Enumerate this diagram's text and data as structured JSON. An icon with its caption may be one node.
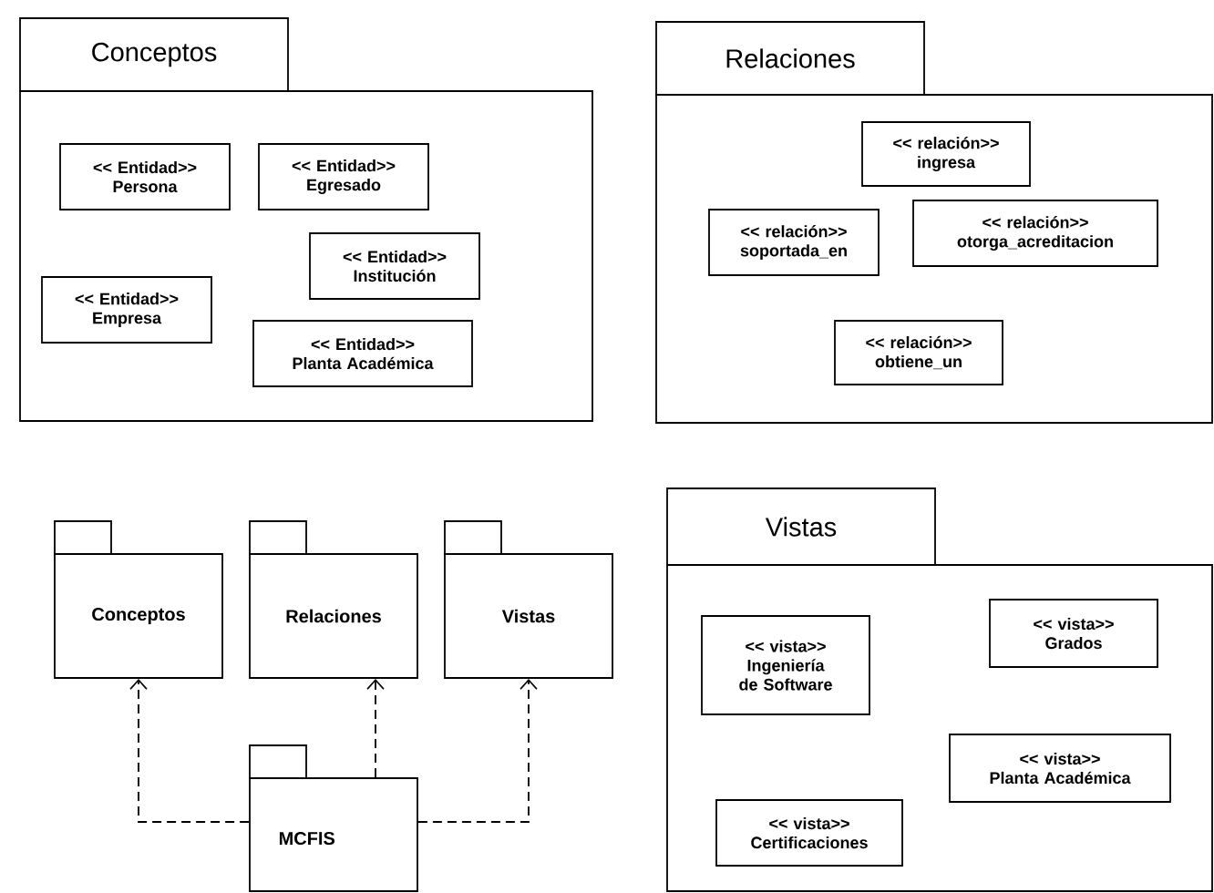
{
  "diagram": {
    "nodes": [
      {
        "text": [
          "Conceptos"
        ]
      },
      {
        "text": [
          "<< Entidad>>",
          "Persona"
        ],
        "in": 0
      },
      {
        "text": [
          "<< Entidad>>",
          "Egresado"
        ],
        "in": 0
      },
      {
        "text": [
          "<< Entidad>>",
          "Institución"
        ],
        "in": 0
      },
      {
        "text": [
          "<< Entidad>>",
          "Empresa"
        ],
        "in": 0
      },
      {
        "text": [
          "<< Entidad>>",
          "Planta Académica"
        ],
        "in": 0
      },
      {
        "text": [
          "Relaciones"
        ]
      },
      {
        "text": [
          "<< relación>>",
          "ingresa"
        ],
        "in": 6
      },
      {
        "text": [
          "<< relación>>",
          "soportada_en"
        ],
        "in": 6
      },
      {
        "text": [
          "<< relación>>",
          "otorga_acreditacion"
        ],
        "in": 6
      },
      {
        "text": [
          "<< relación>>",
          "obtiene_un"
        ],
        "in": 6
      },
      {
        "text": [
          "Vistas"
        ]
      },
      {
        "text": [
          "<< vista>>",
          "Ingeniería de Software"
        ],
        "in": 11
      },
      {
        "text": [
          "<< vista>>",
          "Grados"
        ],
        "in": 11
      },
      {
        "text": [
          "<< vista>>",
          "Planta Académica"
        ],
        "in": 11
      },
      {
        "text": [
          "<< vista>>",
          "Certificaciones"
        ],
        "in": 11
      },
      {
        "text": [
          "Conceptos"
        ]
      },
      {
        "text": [
          "Relaciones"
        ]
      },
      {
        "text": [
          "Vistas"
        ]
      },
      {
        "text": [
          "MCFIS"
        ]
      }
    ],
    "edges": [
      {
        "from": 19,
        "to": 16,
        "arrow": "to",
        "style": "dashed"
      },
      {
        "from": 19,
        "to": 17,
        "arrow": "to",
        "style": "dashed"
      },
      {
        "from": 19,
        "to": 18,
        "arrow": "to",
        "style": "dashed"
      }
    ]
  }
}
